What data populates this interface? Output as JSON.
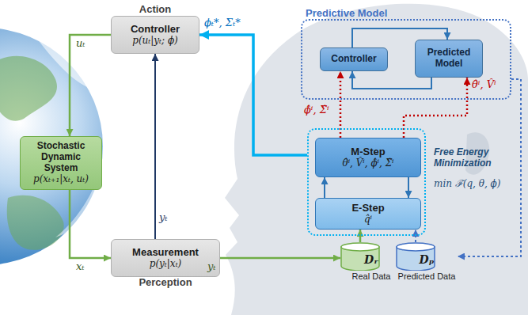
{
  "diagram": {
    "nodes": [
      {
        "text": [
          "Action",
          "Controller",
          "p(uₜ|yₜ; ϕ)"
        ]
      },
      {
        "text": [
          "Stochastic Dynamic System",
          "p(xₜ₊₁|xₜ, uₜ)"
        ]
      },
      {
        "text": [
          "Measurement",
          "p(yₜ|xₜ)",
          "Perception"
        ]
      },
      {
        "text": [
          "Predictive Model"
        ]
      },
      {
        "text": [
          "Controller"
        ],
        "in": 3
      },
      {
        "text": [
          "Predicted Model"
        ],
        "in": 3
      },
      {
        "text": [
          "Free Energy Minimization",
          "min ℱ(q, θ, ϕ)"
        ]
      },
      {
        "text": [
          "M-Step",
          "θ̂ⁱ, V̂ⁱ, ϕ̂ⁱ, Σ̂ⁱ"
        ],
        "in": 6
      },
      {
        "text": [
          "E-Step",
          "q̂ⁱ"
        ],
        "in": 6
      },
      {
        "text": [
          "Dᵣ",
          "Real Data"
        ]
      },
      {
        "text": [
          "Dₚ",
          "Predicted Data"
        ]
      }
    ],
    "edges": [
      {
        "from": 0,
        "to": 1,
        "arrow": "to",
        "label": "uₜ"
      },
      {
        "from": 1,
        "to": 2,
        "arrow": "to",
        "label": "xₜ"
      },
      {
        "from": 2,
        "to": 0,
        "arrow": "to",
        "label": "yₜ"
      },
      {
        "from": 2,
        "to": 9,
        "arrow": "to",
        "label": "yₜ"
      },
      {
        "from": 9,
        "to": 8,
        "arrow": "to"
      },
      {
        "from": 10,
        "to": 8,
        "arrow": "to"
      },
      {
        "from": 8,
        "to": 7,
        "arrow": "to"
      },
      {
        "from": 7,
        "to": 8,
        "arrow": "to"
      },
      {
        "from": 6,
        "to": 0,
        "arrow": "to",
        "label": "ϕₜ*, Σₜ*"
      },
      {
        "from": 7,
        "to": 4,
        "arrow": "to",
        "label": "ϕ̂ⁱ, Σ̂ⁱ"
      },
      {
        "from": 7,
        "to": 5,
        "arrow": "to",
        "label": "θ̂ⁱ, V̂ⁱ"
      },
      {
        "from": 4,
        "to": 5,
        "arrow": "to"
      },
      {
        "from": 5,
        "to": 4,
        "arrow": "to"
      },
      {
        "from": 3,
        "to": 10,
        "arrow": "to"
      }
    ]
  }
}
